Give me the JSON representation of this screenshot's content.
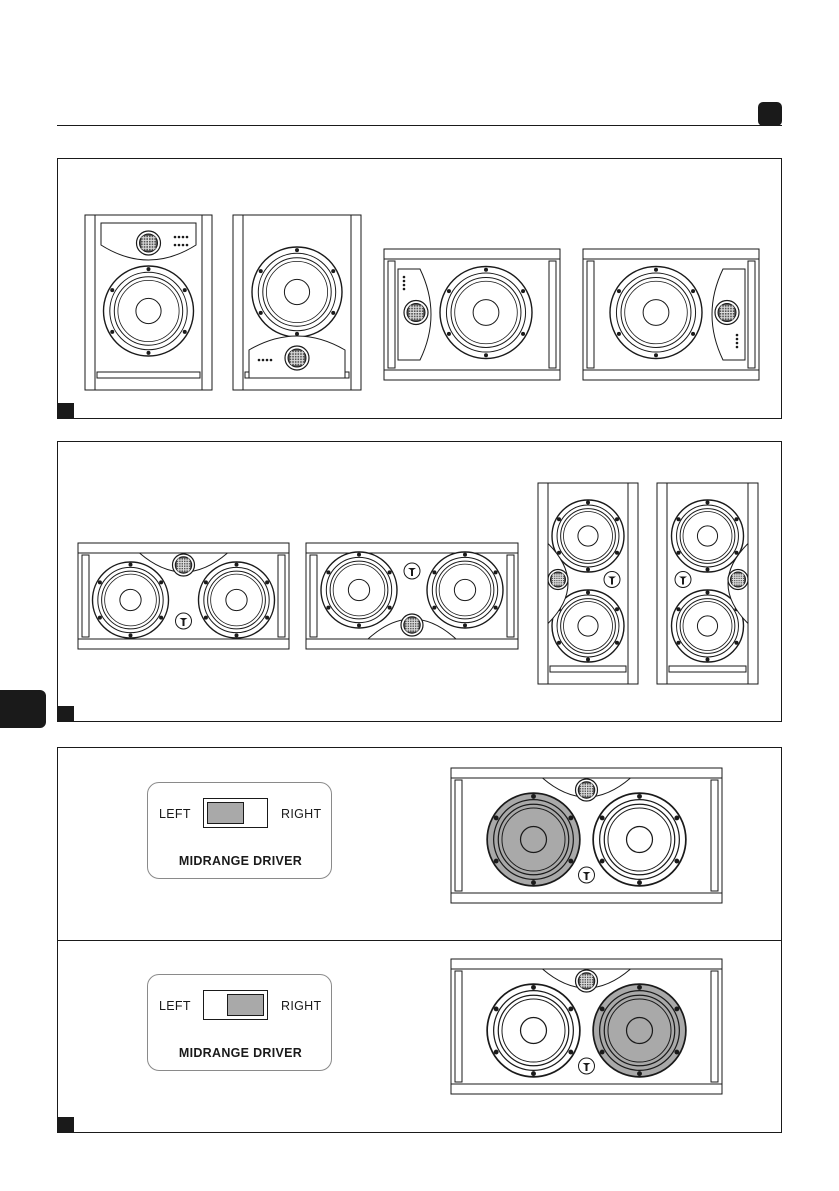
{
  "switch_top": {
    "left_label": "LEFT",
    "right_label": "RIGHT",
    "title": "MIDRANGE DRIVER",
    "position": "left"
  },
  "switch_bottom": {
    "left_label": "LEFT",
    "right_label": "RIGHT",
    "title": "MIDRANGE DRIVER",
    "position": "right"
  },
  "colors": {
    "ink": "#1a1a1a",
    "highlight": "#a9a9a9"
  }
}
